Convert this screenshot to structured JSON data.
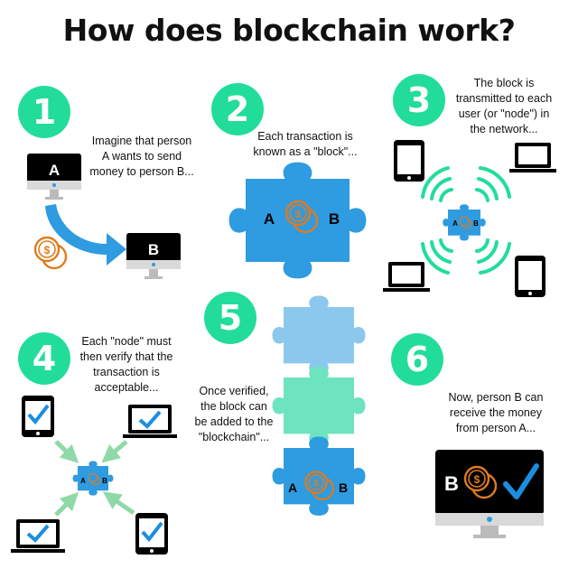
{
  "title": "How does blockchain work?",
  "steps": [
    {
      "number": "1",
      "text": "Imagine that person\nA wants to send\nmoney to person B..."
    },
    {
      "number": "2",
      "text": "Each transaction is\nknown as a \"block\"..."
    },
    {
      "number": "3",
      "text": "The block is\ntransmitted to each\nuser (or \"node\") in\nthe network..."
    },
    {
      "number": "4",
      "text": "Each \"node\" must\nthen verify that the\ntransaction is\nacceptable..."
    },
    {
      "number": "5",
      "text": "Once verified,\nthe block can\nbe added to the\n\"blockchain\"..."
    },
    {
      "number": "6",
      "text": "Now, person B can\nreceive the money\nfrom person A..."
    }
  ],
  "labels": {
    "person_a": "A",
    "person_b": "B",
    "coin_symbol": "$"
  },
  "colors": {
    "accent_green": "#22dd9a",
    "puzzle_blue": "#2f9be0",
    "puzzle_light_blue": "#8cc8ee",
    "puzzle_mint": "#6ee3bf",
    "arrow_blue": "#2f9be0",
    "coin_orange": "#e07b1f",
    "arrow_green": "#8fd9a8",
    "check_blue": "#1c8ee0"
  },
  "icons": [
    "imac-icon",
    "arrow-curved-icon",
    "coins-icon",
    "puzzle-piece-icon",
    "tablet-icon",
    "laptop-icon",
    "wifi-signal-icon",
    "checkmark-icon",
    "arrow-icon"
  ]
}
